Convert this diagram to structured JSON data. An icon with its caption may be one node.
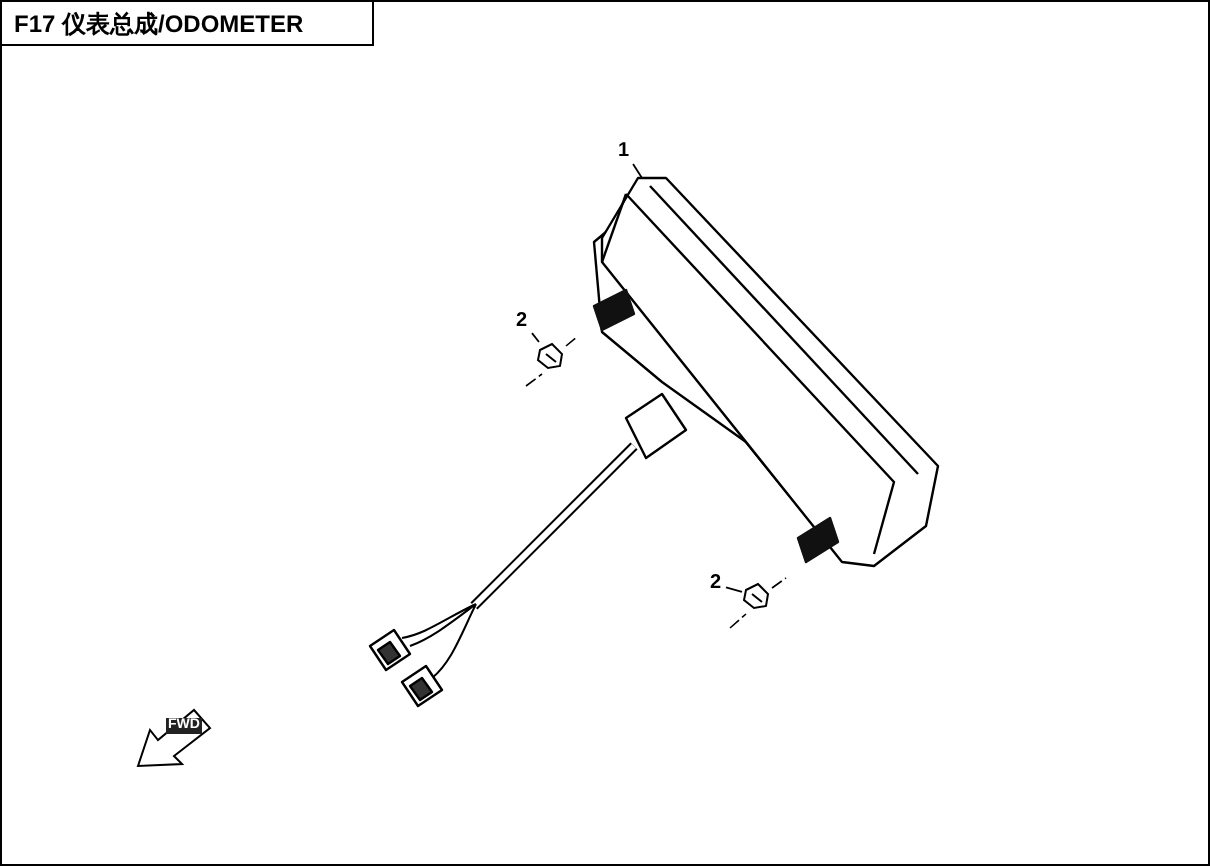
{
  "diagram": {
    "title": "F17 仪表总成/ODOMETER",
    "nodes": [
      {
        "text": [
          "1"
        ]
      },
      {
        "text": [],
        "shape": "picture"
      },
      {
        "text": [
          "2"
        ]
      },
      {
        "text": [],
        "shape": "picture"
      },
      {
        "text": [
          "2"
        ]
      },
      {
        "text": [],
        "shape": "picture"
      }
    ],
    "edges": [
      {
        "from": 0,
        "to": 1,
        "arrow": "none"
      },
      {
        "from": 2,
        "to": 3,
        "arrow": "none"
      },
      {
        "from": 4,
        "to": 5,
        "arrow": "none"
      }
    ],
    "labels": [
      "FWD"
    ]
  }
}
